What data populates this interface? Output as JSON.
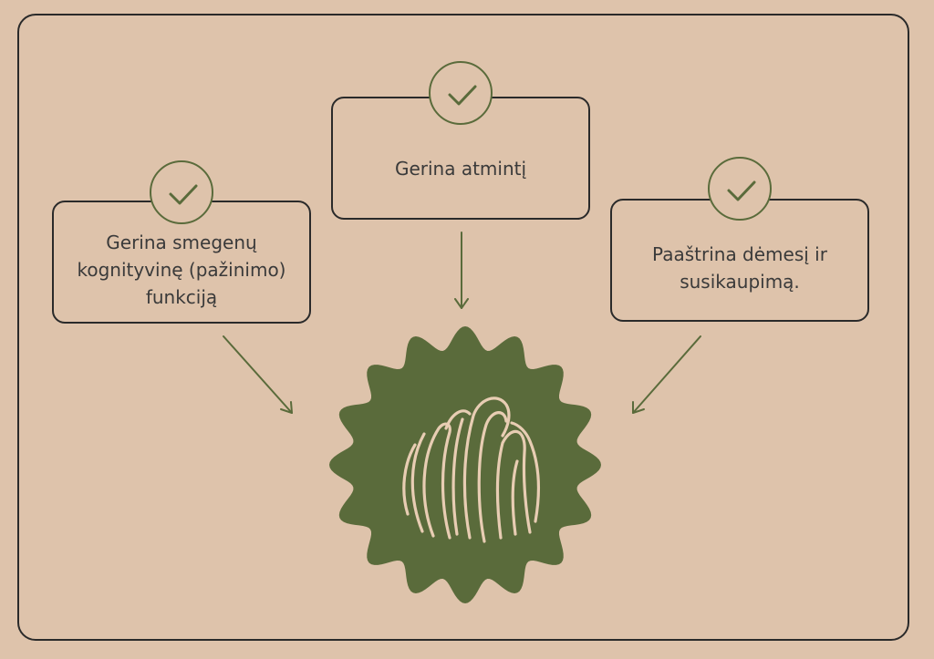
{
  "colors": {
    "background": "#dec3ab",
    "accent_green": "#5a6b3b",
    "outline": "#2a2a2a",
    "line_art": "#e8cdb3"
  },
  "icons": {
    "check": "checkmark-icon",
    "badge": "mushroom-icon"
  },
  "cards": {
    "left": {
      "lines": [
        "Gerina smegenų",
        "kognityvinę (pažinimo)",
        "funkciją"
      ]
    },
    "center": {
      "lines": [
        "Gerina atmintį"
      ]
    },
    "right": {
      "lines": [
        "Paaštrina dėmesį ir",
        "susikaupimą."
      ]
    }
  }
}
